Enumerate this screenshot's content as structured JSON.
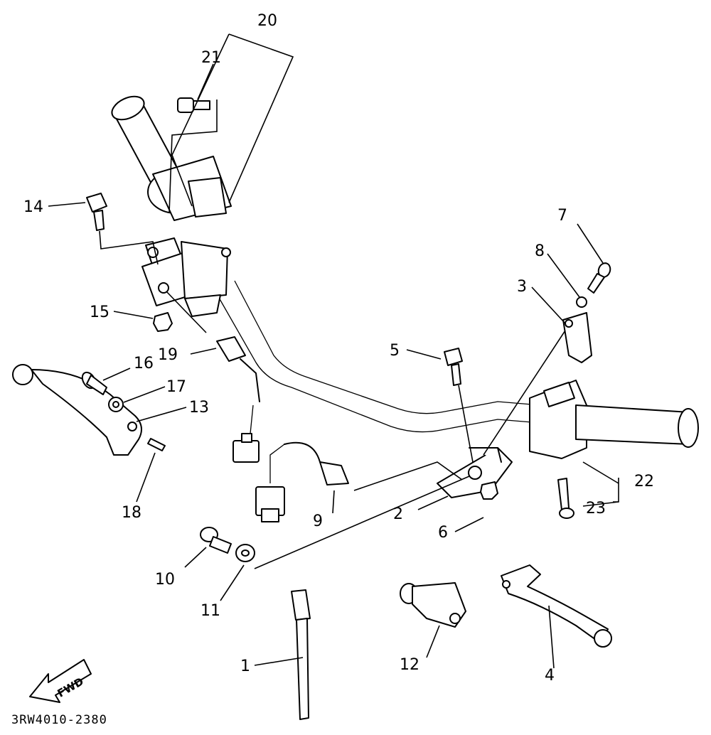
{
  "callouts": {
    "c1": "1",
    "c2": "2",
    "c3": "3",
    "c4": "4",
    "c5": "5",
    "c6": "6",
    "c7": "7",
    "c8": "8",
    "c9": "9",
    "c10": "10",
    "c11": "11",
    "c12": "12",
    "c13": "13",
    "c14": "14",
    "c15": "15",
    "c16": "16",
    "c17": "17",
    "c18": "18",
    "c19": "19",
    "c20": "20",
    "c21": "21",
    "c22": "22",
    "c23": "23"
  },
  "direction_arrow": "FWD",
  "diagram_code": "3RW4010-2380"
}
